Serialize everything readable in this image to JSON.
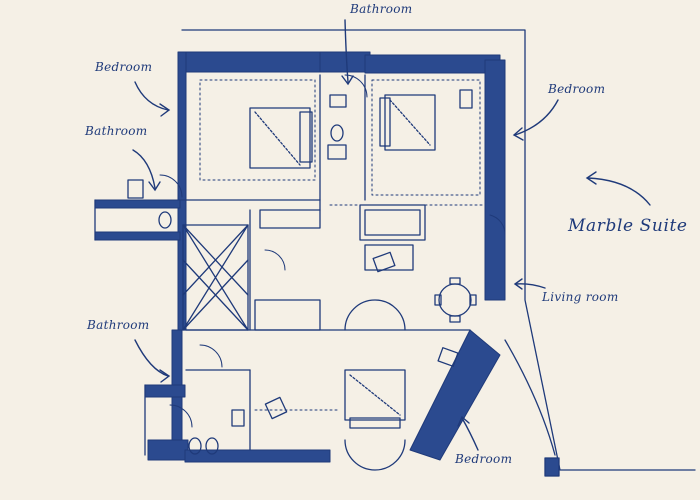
{
  "colors": {
    "ink": "#1f3a7a",
    "wall_fill": "#2b4a8f",
    "paper": "#f5f0e6"
  },
  "labels": {
    "title": "Marble Suite",
    "bathroom_top": "Bathroom",
    "bedroom_topleft": "Bedroom",
    "bedroom_right": "Bedroom",
    "bathroom_left": "Bathroom",
    "living_room": "Living room",
    "bathroom_bottom_left": "Bathroom",
    "bedroom_bottom": "Bedroom"
  },
  "icons": [
    "arrow-icon",
    "bed-icon",
    "toilet-icon",
    "sink-icon",
    "sofa-icon",
    "table-icon",
    "chair-icon",
    "door-swing-icon"
  ]
}
